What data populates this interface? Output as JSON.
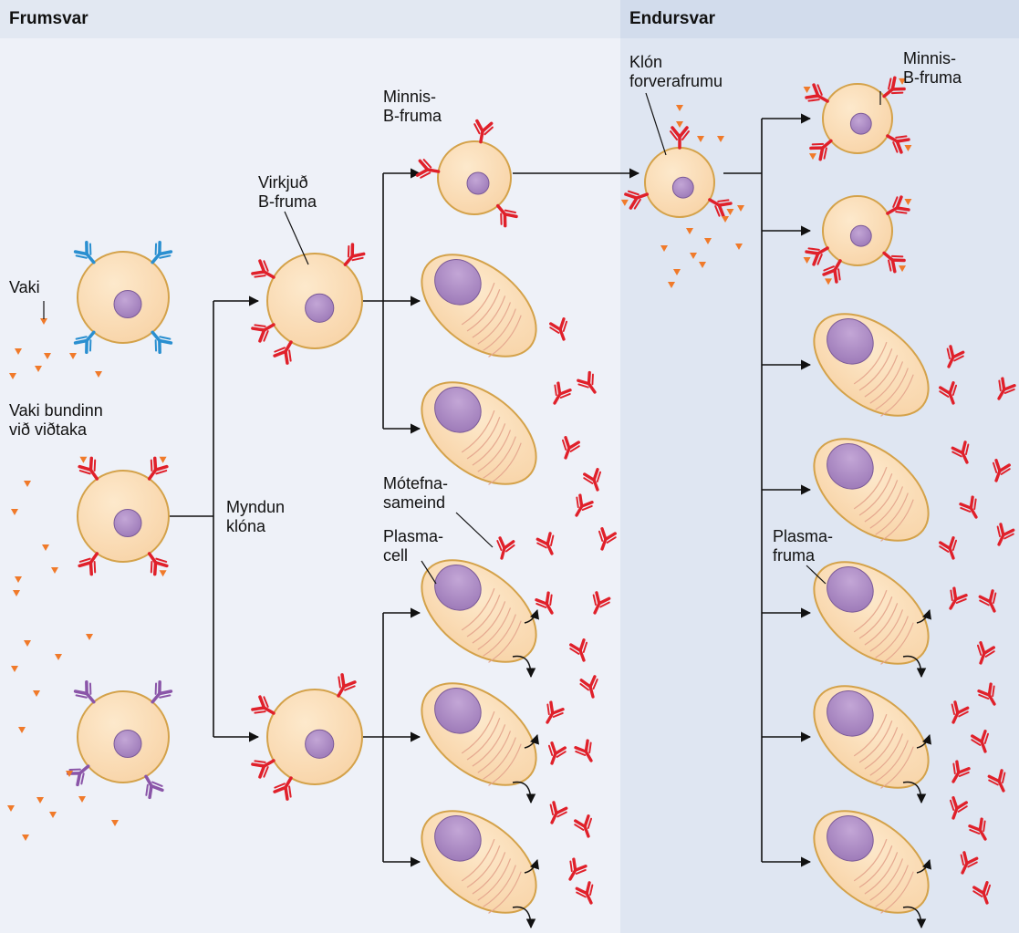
{
  "headers": {
    "primary": "Frumsvar",
    "secondary": "Endursvar"
  },
  "labels": {
    "antigen": "Vaki",
    "antigen_bound": "Vaki bundinn\nvið viðtaka",
    "activated_b": "Virkjuð\nB-fruma",
    "clone_formation": "Myndun\nklóna",
    "memory_b": "Minnis-\nB-fruma",
    "antibody_molecule": "Mótefna-\nsameind",
    "plasma_cell": "Plasma-\ncell",
    "precursor_clone": "Klón\nforverafrumu",
    "memory_b_2": "Minnis-\nB-fruma",
    "plasma_cell_2": "Plasma-\nfruma"
  },
  "colors": {
    "panel_primary": "#eef1f8",
    "panel_secondary": "#dfe6f2",
    "header_primary": "#e2e8f2",
    "header_secondary": "#d2dcec",
    "cell_fill": "#f8d4a8",
    "cell_stroke": "#d4a24a",
    "nucleus": "#9d7ab8",
    "receptor_blue": "#2a8fd0",
    "receptor_red": "#e0202a",
    "receptor_purple": "#8a55a8",
    "antigen": "#f07a2a",
    "antibody": "#e0202a",
    "arrow": "#111111"
  }
}
